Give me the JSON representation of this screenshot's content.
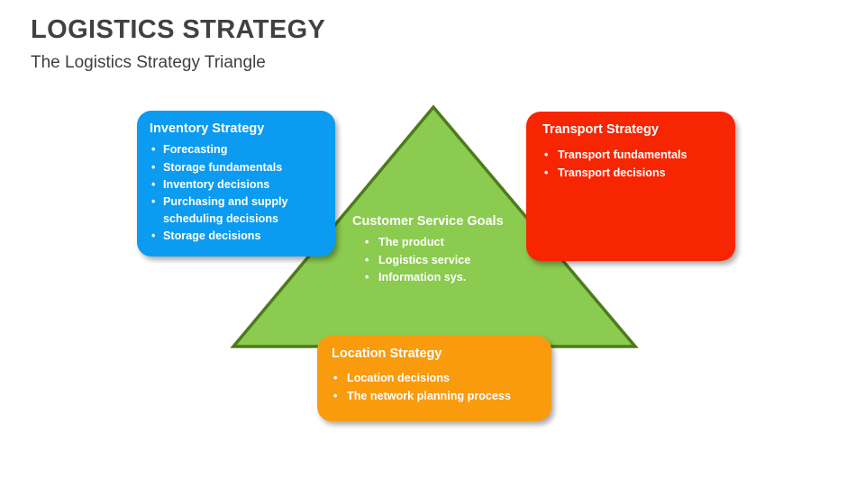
{
  "header": {
    "title": "LOGISTICS STRATEGY",
    "subtitle": "The Logistics Strategy Triangle"
  },
  "colors": {
    "title_text": "#414141",
    "inventory": "#0B9BF0",
    "transport": "#F82503",
    "location": "#F99B0C",
    "triangle_fill": "#8BCB4F",
    "triangle_stroke": "#4E7A1E",
    "background": "#FFFFFF",
    "card_text": "#FFFFFF"
  },
  "triangle": {
    "name": "logistics-strategy-triangle",
    "apex": "top-center",
    "fill": "#8BCB4F",
    "stroke": "#4E7A1E"
  },
  "cards": {
    "inventory": {
      "title": "Inventory Strategy",
      "bullet": "•",
      "items": [
        "Forecasting",
        "Storage fundamentals",
        "Inventory decisions",
        "Purchasing and supply",
        "Storage decisions"
      ],
      "item_continuation": "scheduling decisions"
    },
    "transport": {
      "title": "Transport Strategy",
      "bullet": "•",
      "items": [
        "Transport fundamentals",
        "Transport decisions"
      ]
    },
    "location": {
      "title": "Location Strategy",
      "bullet": "•",
      "items": [
        "Location decisions",
        "The network planning process"
      ]
    },
    "goals": {
      "title": "Customer Service Goals",
      "bullet": "•",
      "items": [
        "The product",
        "Logistics service",
        "Information sys."
      ]
    }
  }
}
